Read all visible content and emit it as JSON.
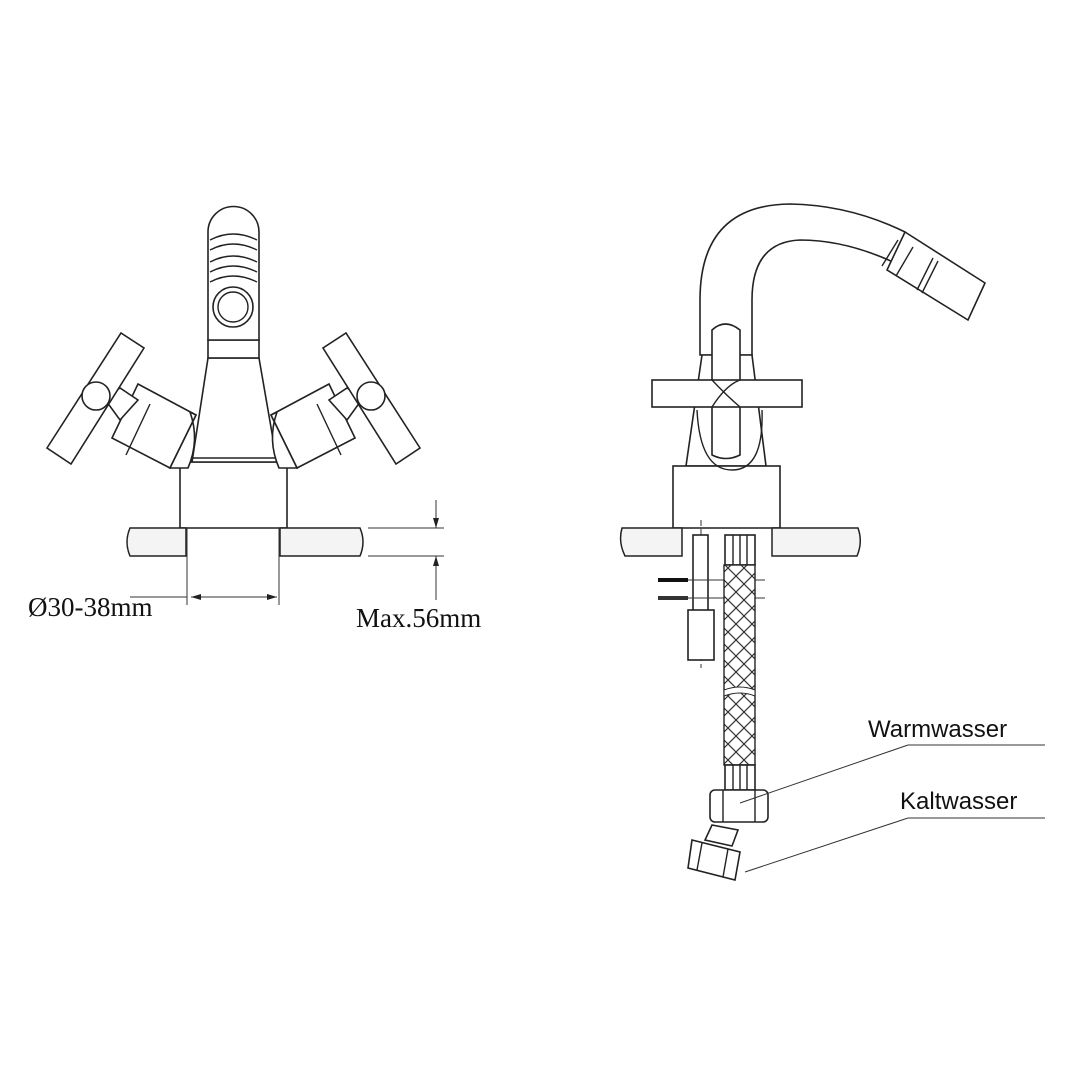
{
  "front_view": {
    "hole_diameter_label": "Ø30-38mm",
    "max_thickness_label": "Max.56mm"
  },
  "side_view": {
    "labels": {
      "warm_water": "Warmwasser",
      "cold_water": "Kaltwasser"
    }
  }
}
